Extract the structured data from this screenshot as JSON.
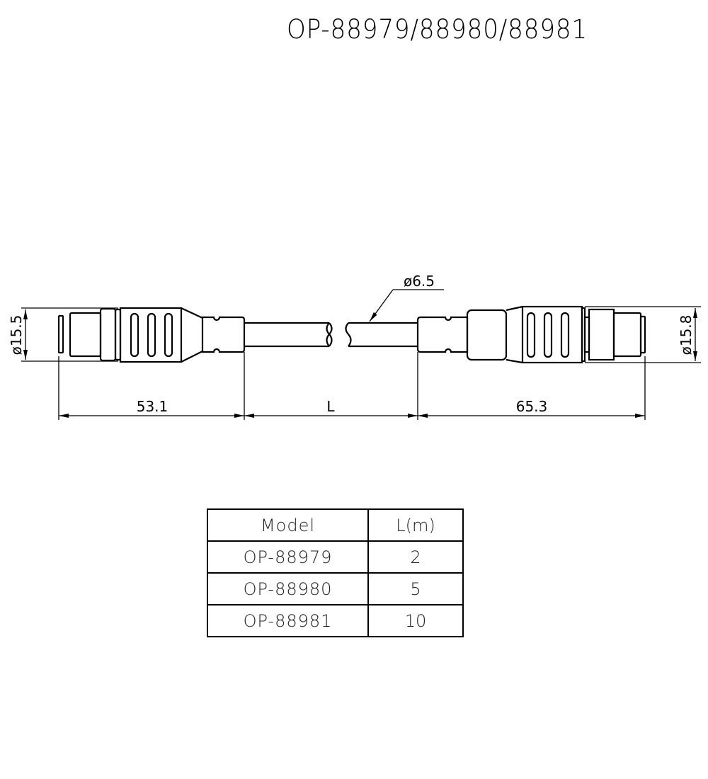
{
  "title": "OP-88979/88980/88981",
  "dimensions": {
    "left_diameter": "ø15.5",
    "right_diameter": "ø15.8",
    "cable_diameter": "ø6.5",
    "left_length": "53.1",
    "cable_length": "L",
    "right_length": "65.3"
  },
  "table": {
    "headers": [
      "Model",
      "L(m)"
    ],
    "rows": [
      {
        "model": "OP-88979",
        "length": "2"
      },
      {
        "model": "OP-88980",
        "length": "5"
      },
      {
        "model": "OP-88981",
        "length": "10"
      }
    ]
  }
}
